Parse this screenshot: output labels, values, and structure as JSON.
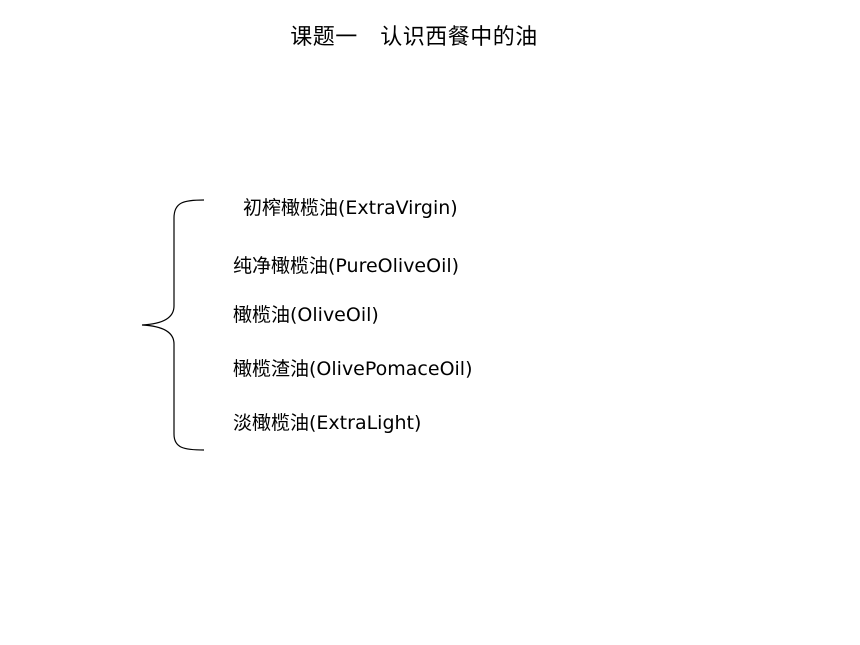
{
  "slide": {
    "title": "课题一　认识西餐中的油",
    "oil_types": [
      {
        "name_cn": "初榨橄榄油",
        "name_en": "(ExtraVirgin)"
      },
      {
        "name_cn": "纯净橄榄油",
        "name_en": "(PureOliveOil)"
      },
      {
        "name_cn": "橄榄油",
        "name_en": "(OliveOil)"
      },
      {
        "name_cn": "橄榄渣油",
        "name_en": "(OlivePomaceOil)"
      },
      {
        "name_cn": "淡橄榄油",
        "name_en": "(ExtraLight)"
      }
    ]
  }
}
